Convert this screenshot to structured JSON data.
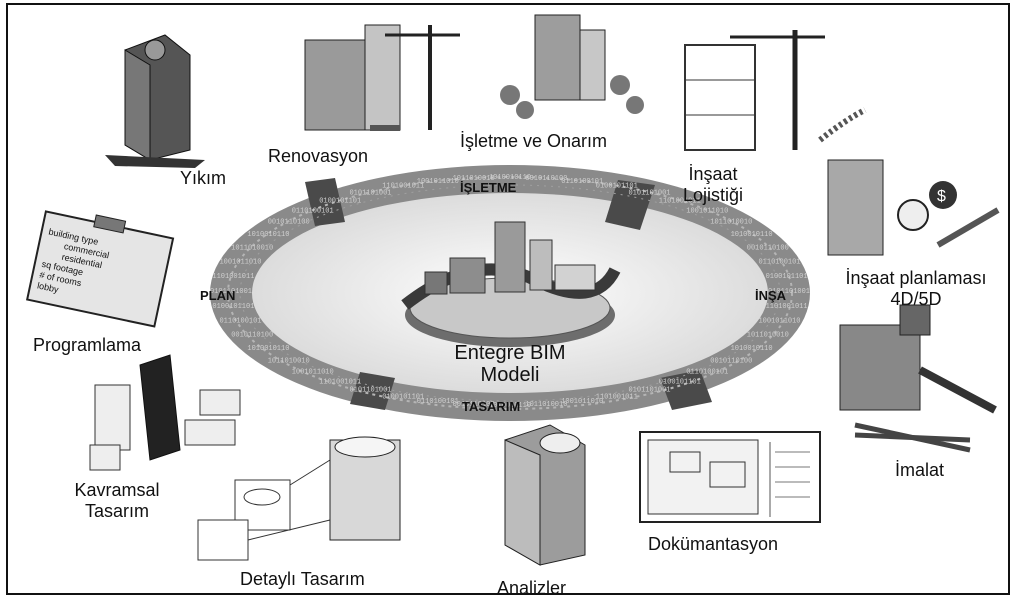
{
  "hub": {
    "line1": "Entegre BIM",
    "line2": "Modeli"
  },
  "phases": {
    "isletme": "İŞLETME",
    "plan": "PLAN",
    "insa": "İNŞA",
    "tasarim": "TASARIM"
  },
  "stages": {
    "yikim": "Yıkım",
    "renovasyon": "Renovasyon",
    "isletme_onarim": "İşletme ve Onarım",
    "insaat_lojistigi_1": "İnşaat",
    "insaat_lojistigi_2": "Lojistiği",
    "insaat_planlamasi_1": "İnşaat planlaması",
    "insaat_planlamasi_2": "4D/5D",
    "programlama": "Programlama",
    "imalat": "İmalat",
    "kavramsal_1": "Kavramsal",
    "kavramsal_2": "Tasarım",
    "detayli": "Detaylı Tasarım",
    "analizler": "Analizler",
    "dokumantasyon": "Dokümantasyon"
  },
  "clipboard": {
    "line1": "building type",
    "line2": "commercial",
    "line3": "residential",
    "line4": "sq footage",
    "line5": "# of rooms",
    "line6": "lobby"
  },
  "ring_binary": "0101101001011010010110100101"
}
